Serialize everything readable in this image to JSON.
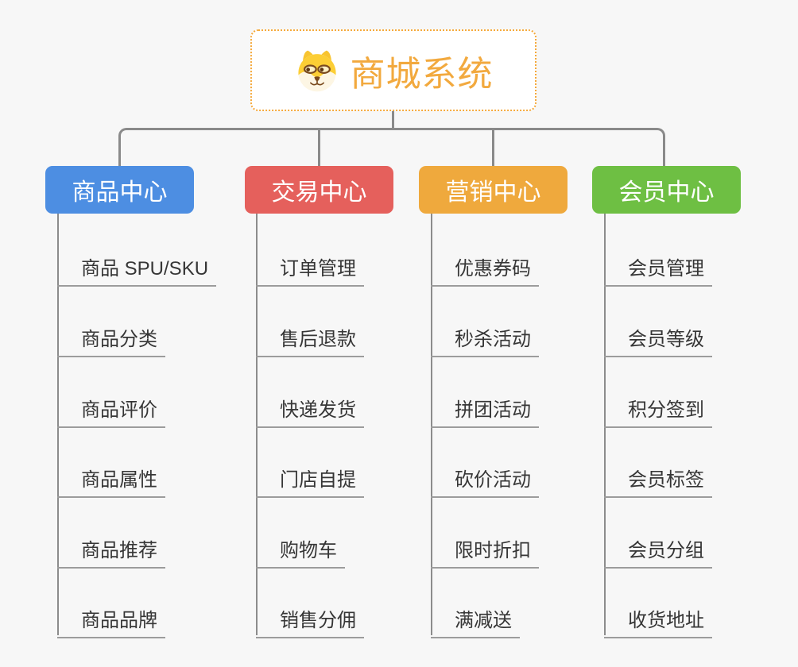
{
  "root": {
    "title": "商城系统",
    "icon": "dog-face-icon",
    "border_color": "#F5A93B",
    "text_color": "#F2A93E"
  },
  "branches": [
    {
      "label": "商品中心",
      "color": "#4D8EE2",
      "children": [
        "商品 SPU/SKU",
        "商品分类",
        "商品评价",
        "商品属性",
        "商品推荐",
        "商品品牌"
      ]
    },
    {
      "label": "交易中心",
      "color": "#E5605C",
      "children": [
        "订单管理",
        "售后退款",
        "快递发货",
        "门店自提",
        "购物车",
        "销售分佣"
      ]
    },
    {
      "label": "营销中心",
      "color": "#EFA93D",
      "children": [
        "优惠券码",
        "秒杀活动",
        "拼团活动",
        "砍价活动",
        "限时折扣",
        "满减送"
      ]
    },
    {
      "label": "会员中心",
      "color": "#6EBF43",
      "children": [
        "会员管理",
        "会员等级",
        "积分签到",
        "会员标签",
        "会员分组",
        "收货地址"
      ]
    }
  ],
  "connector_color": "#8A8A8A",
  "background_color": "#F7F7F7",
  "leaf_text_color": "#363636"
}
